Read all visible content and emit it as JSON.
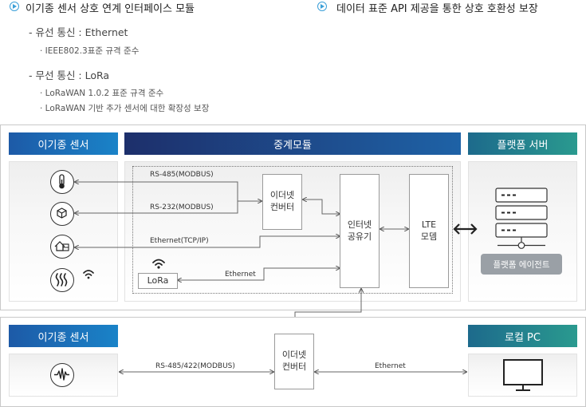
{
  "features": {
    "left_title": "이기종 센서 상호 연계 인터페이스 모듈",
    "wired_title": "- 유선 통신  : Ethernet",
    "wired_items": [
      "· IEEE802.3표준 규격 준수"
    ],
    "wireless_title": "- 무선 통신  : LoRa",
    "wireless_items": [
      "· LoRaWAN 1.0.2 표준 규격 준수",
      "· LoRaWAN 기반 추가 센서에 대한 확장성 보장"
    ],
    "right_title": "데이터 표준 API 제공을 통한 상호 호환성 보장"
  },
  "top": {
    "sensors_header": "이기종 센서",
    "relay_header": "중계모듈",
    "platform_header": "플랫폼 서버",
    "converter_label": "이더넷\n컨버터",
    "router_label": "인터넷\n공유기",
    "lte_label": "LTE\n모뎀",
    "lora_label": "LoRa",
    "platform_agent_label": "플랫폼 에이전트",
    "links": {
      "rs485": "RS-485(MODBUS)",
      "rs232": "RS-232(MODBUS)",
      "ethernet_tcp": "Ethernet(TCP/IP)",
      "ethernet": "Ethernet"
    },
    "icons": [
      "thermometer-icon",
      "sensor-cube-icon",
      "smart-home-icon",
      "heat-wave-icon",
      "wifi-icon",
      "server-icon"
    ]
  },
  "bottom": {
    "sensors_header": "이기종 센서",
    "converter_label": "이더넷\n컨버터",
    "pc_header": "로컬 PC",
    "link_left": "RS-485/422(MODBUS)",
    "link_right": "Ethernet",
    "icons": [
      "signal-wave-icon",
      "monitor-icon"
    ]
  },
  "colors": {
    "accent": "#3a9fd8",
    "header_blue": "#1a73bf",
    "header_navy": "#1d3a7a",
    "header_teal": "#2a8a8f"
  }
}
